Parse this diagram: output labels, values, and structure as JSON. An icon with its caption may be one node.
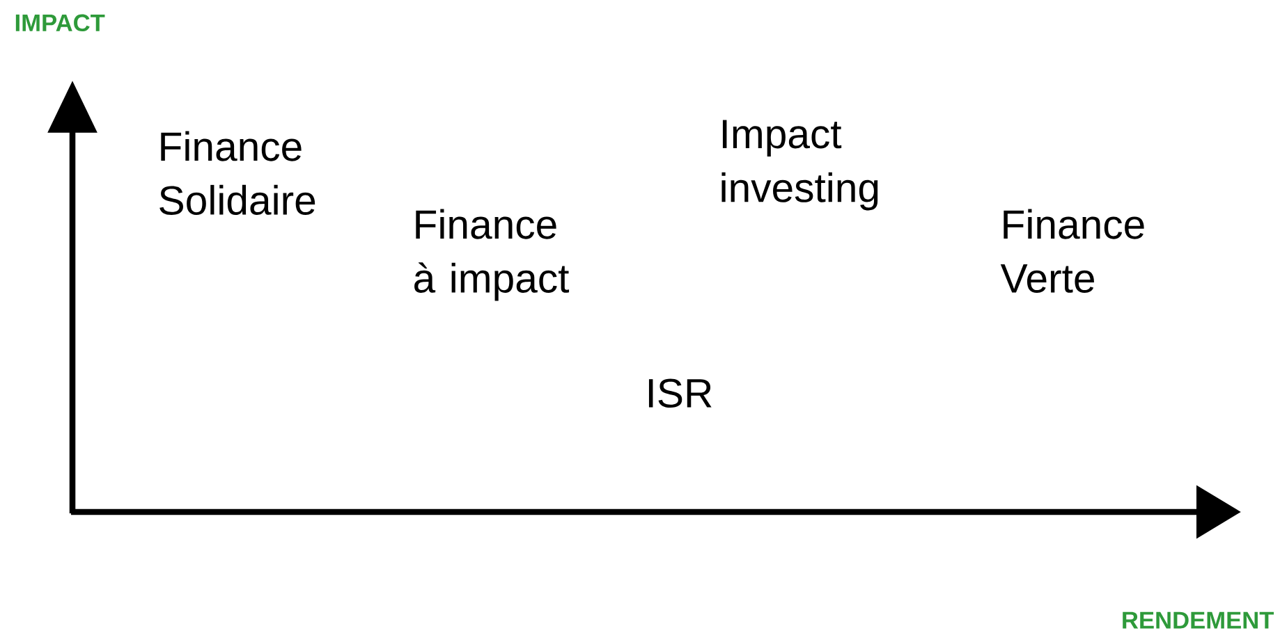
{
  "diagram": {
    "labels": [
      "IMPACT",
      "Impact investing",
      "Finance Solidaire",
      "Finance à impact",
      "Finance Verte",
      "ISR",
      "RENDEMENT"
    ]
  }
}
